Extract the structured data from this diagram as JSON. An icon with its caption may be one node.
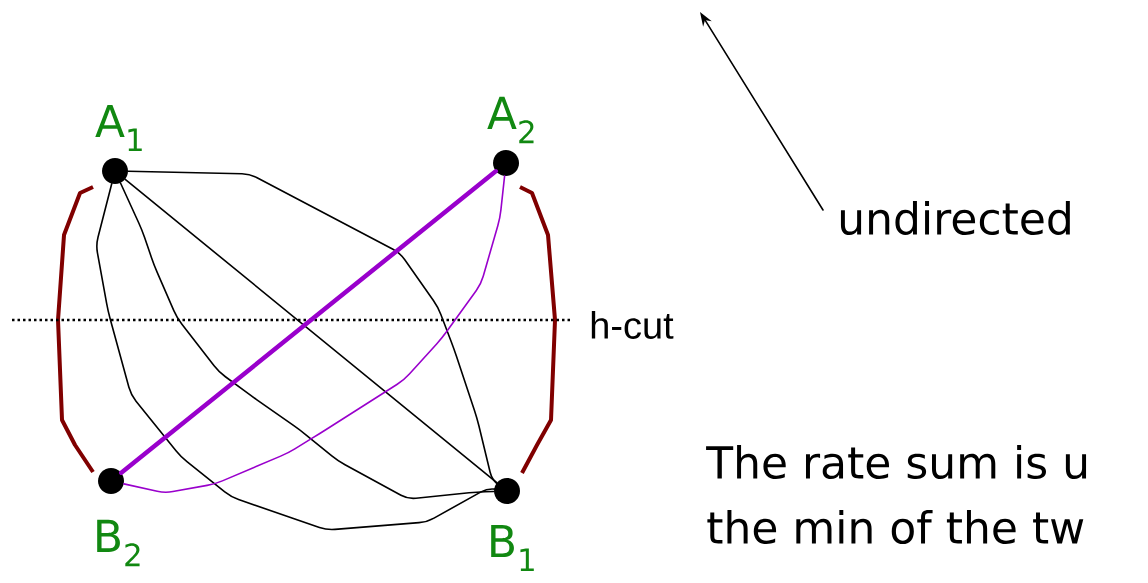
{
  "diagram": {
    "nodes": [
      {
        "text": [
          "A$_{1}$"
        ]
      },
      {
        "text": [
          "A$_{2}$"
        ]
      },
      {
        "text": [
          "B$_{2}$"
        ]
      },
      {
        "text": [
          "B$_{1}$"
        ]
      },
      {
        "text": [
          "undirected"
        ]
      }
    ],
    "edges": [
      {
        "from": 0,
        "to": 3,
        "arrow": "none"
      },
      {
        "from": 0,
        "to": 3,
        "arrow": "none"
      },
      {
        "from": 0,
        "to": 3,
        "arrow": "none"
      },
      {
        "from": 0,
        "to": 3,
        "arrow": "none"
      },
      {
        "from": 1,
        "to": 2,
        "arrow": "none",
        "style": "thick",
        "color": "#9900cc"
      },
      {
        "from": 1,
        "to": 2,
        "arrow": "none",
        "color": "#9900cc"
      },
      {
        "from": 4,
        "to": null,
        "arrow": "to"
      }
    ],
    "labels": [
      "h-cut",
      "The rate sum is u",
      "the min of the tw"
    ]
  }
}
